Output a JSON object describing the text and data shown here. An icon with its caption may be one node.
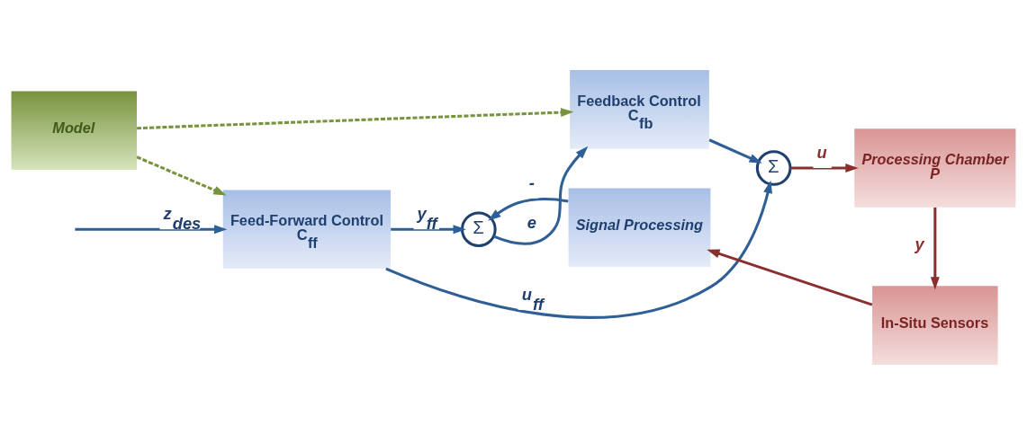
{
  "diagram": {
    "nodes": [
      {
        "text": [
          "Feed-Forward Control",
          "C$_{ff}$"
        ]
      },
      {
        "text": [
          "Σ"
        ]
      },
      {
        "text": [
          "Feedback Control",
          "C$_{fb}$"
        ]
      },
      {
        "text": [
          "Σ"
        ]
      },
      {
        "text": [
          "Processing Chamber",
          "P"
        ]
      },
      {
        "text": [
          "Signal Processing"
        ]
      },
      {
        "text": [
          "In-Situ Sensors"
        ]
      },
      {
        "text": [
          "Model"
        ]
      }
    ],
    "edges": [
      {
        "from": null,
        "to": 0,
        "arrow": "to",
        "label": "z$_{des}$"
      },
      {
        "from": 0,
        "to": 1,
        "arrow": "to",
        "label": "y$_{ff}$"
      },
      {
        "from": 1,
        "to": 2,
        "arrow": "to",
        "label": "e"
      },
      {
        "from": 2,
        "to": 3,
        "arrow": "to"
      },
      {
        "from": 0,
        "to": 3,
        "arrow": "to",
        "label": "u$_{ff}$"
      },
      {
        "from": 3,
        "to": 4,
        "arrow": "to",
        "label": "u",
        "color": "#8b2e2e"
      },
      {
        "from": 4,
        "to": 6,
        "arrow": "to",
        "label": "y",
        "color": "#8b2e2e"
      },
      {
        "from": 6,
        "to": 5,
        "arrow": "to",
        "color": "#8b2e2e"
      },
      {
        "from": 5,
        "to": 1,
        "arrow": "to",
        "label": "-"
      },
      {
        "from": 7,
        "to": 0,
        "arrow": "to",
        "style": "dashed",
        "color": "#77933c"
      },
      {
        "from": 7,
        "to": 2,
        "arrow": "to",
        "style": "dashed",
        "color": "#77933c"
      }
    ]
  }
}
